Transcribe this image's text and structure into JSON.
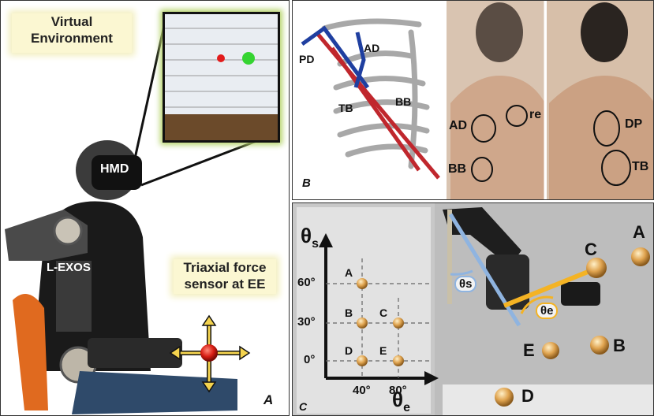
{
  "panel_a": {
    "letter": "A",
    "virtual_environment_line1": "Virtual",
    "virtual_environment_line2": "Environment",
    "hmd_label": "HMD",
    "exos_label": "L-EXOS",
    "force_sensor_line1": "Triaxial force",
    "force_sensor_line2": "sensor at EE"
  },
  "panel_b": {
    "letter": "B",
    "model_labels": {
      "pd": "PD",
      "ad": "AD",
      "tb": "TB",
      "bb": "BB"
    },
    "front_labels": {
      "ad": "AD",
      "re": "re",
      "bb": "BB"
    },
    "back_labels": {
      "dp": "DP",
      "tb": "TB"
    }
  },
  "panel_c": {
    "letter": "C",
    "axis_y_symbol": "θ",
    "axis_y_sub": "s",
    "axis_x_symbol": "θ",
    "axis_x_sub": "e",
    "y_ticks": [
      "60°",
      "30°",
      "0°"
    ],
    "x_ticks": [
      "40°",
      "80°"
    ],
    "grid_points": [
      "A",
      "B",
      "C",
      "D",
      "E"
    ],
    "photo_targets": [
      "A",
      "C",
      "B",
      "E",
      "D"
    ],
    "angle_labels": {
      "shoulder": "θs",
      "elbow": "θe"
    }
  },
  "colors": {
    "callout_bg": "#fbf7d2",
    "green_line": "#8fbf3a",
    "red_muscle": "#c0272d",
    "blue_muscle": "#1f3fa0",
    "angle_blue": "#8fb4e0",
    "angle_yellow": "#f4b324",
    "target_orange": "#e0a450"
  }
}
